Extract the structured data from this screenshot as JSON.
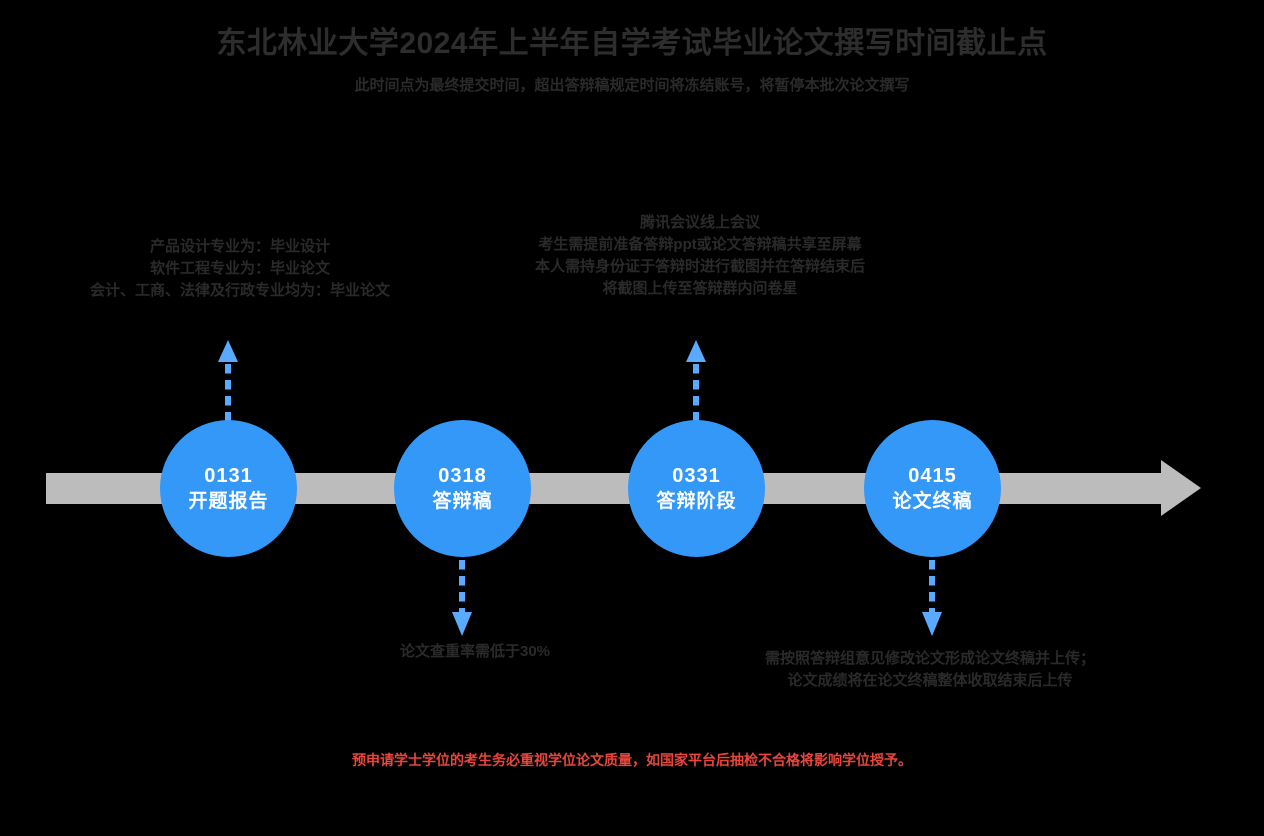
{
  "header": {
    "title": "东北林业大学2024年上半年自学考试毕业论文撰写时间截止点",
    "subtitle": "此时间点为最终提交时间，超出答辩稿规定时间将冻结账号，将暂停本批次论文撰写"
  },
  "colors": {
    "background": "#000000",
    "node_blue": "#3498f9",
    "connector_blue": "#5aabff",
    "track_gray": "#bcbcbc",
    "text_dark": "#2a2a2a",
    "warning_red": "#e8463c"
  },
  "timeline": {
    "nodes": [
      {
        "date": "0131",
        "label": "开题报告"
      },
      {
        "date": "0318",
        "label": "答辩稿"
      },
      {
        "date": "0331",
        "label": "答辩阶段"
      },
      {
        "date": "0415",
        "label": "论文终稿"
      }
    ],
    "arrow_direction": "right"
  },
  "annotations": {
    "top_left": {
      "attached_to": "0131",
      "lines": [
        "产品设计专业为：毕业设计",
        "软件工程专业为：毕业论文",
        "会计、工商、法律及行政专业均为：毕业论文"
      ]
    },
    "top_middle": {
      "attached_to": "0331",
      "lines": [
        "腾讯会议线上会议",
        "考生需提前准备答辩ppt或论文答辩稿共享至屏幕",
        "本人需持身份证于答辩时进行截图并在答辩结束后",
        "将截图上传至答辩群内问卷星"
      ]
    },
    "bottom_middle": {
      "attached_to": "0318",
      "lines": [
        "论文查重率需低于30%"
      ]
    },
    "bottom_right": {
      "attached_to": "0415",
      "lines": [
        "需按照答辩组意见修改论文形成论文终稿并上传；",
        "论文成绩将在论文终稿整体收取结束后上传"
      ]
    }
  },
  "footer": {
    "warning": "预申请学士学位的考生务必重视学位论文质量，如国家平台后抽检不合格将影响学位授予。"
  }
}
